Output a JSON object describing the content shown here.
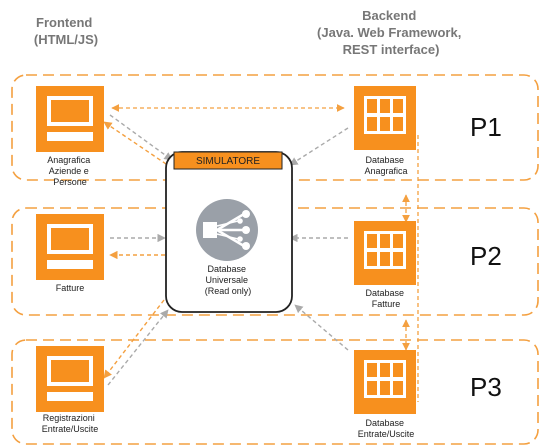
{
  "headers": {
    "frontend": [
      "Frontend",
      "(HTML/JS)"
    ],
    "backend": [
      "Backend",
      "(Java. Web Framework,",
      "REST interface)"
    ]
  },
  "rows": [
    {
      "label": "P1",
      "frontend_label": [
        "Anagrafica",
        "Aziende e",
        "Persone"
      ],
      "backend_label": [
        "Database",
        "Anagrafica"
      ]
    },
    {
      "label": "P2",
      "frontend_label": [
        "Fatture"
      ],
      "backend_label": [
        "Database",
        "Fatture"
      ]
    },
    {
      "label": "P3",
      "frontend_label": [
        "Registrazioni",
        "Entrate/Uscite"
      ],
      "backend_label": [
        "Database",
        "Entrate/Uscite"
      ]
    }
  ],
  "simulator": {
    "title": "SIMULATORE",
    "db_label": [
      "Database",
      "Universale",
      "(Read only)"
    ]
  },
  "colors": {
    "orange": "#f7901e",
    "orange_light": "#f9b25d",
    "dash_orange": "#f4a040",
    "arrow_gray": "#aaaaaa",
    "db_gray": "#9aa0a8"
  },
  "icons": {
    "frontend": "computer-monitor-icon",
    "backend": "table-grid-icon",
    "universal_db": "database-hub-icon"
  }
}
